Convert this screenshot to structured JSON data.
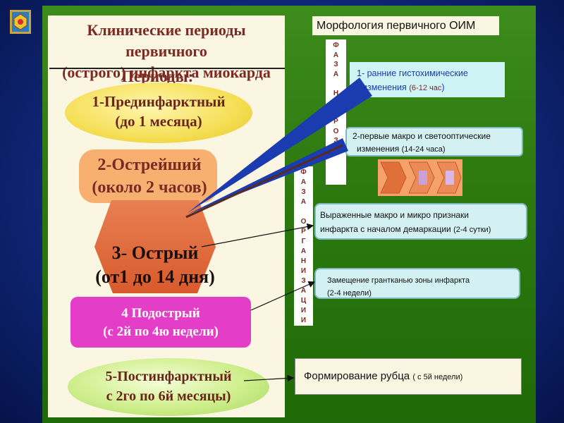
{
  "title": "Клинические периоды первичного\n(острого) инфаркта миокарда",
  "periods_header": "Периоды:",
  "periods": [
    "1-Прединфарктный\n(до 1 месяца)",
    "2-Острейший\n(около 2 часов)",
    "3- Острый\n(от1 до 14 дня)",
    "4 Подострый\n(с 2й по 4ю недели)",
    "5-Постинфарктный\nс 2го по 6й месяцы)"
  ],
  "morphology_title": "Морфология первичного ОИМ",
  "phase_necrosis": [
    "Ф",
    "А",
    "З",
    "А",
    "",
    "Н",
    "Е",
    "К",
    "Р",
    "О",
    "З",
    "А"
  ],
  "phase_organization": [
    "Ф",
    "А",
    "З",
    "А",
    "",
    "О",
    "Р",
    "Г",
    "А",
    "Н",
    "И",
    "З",
    "А",
    "Ц",
    "И",
    "И"
  ],
  "boxes": {
    "b1_line1": "1- ранние гистохимические",
    "b1_line2": "изменения",
    "b1_time": "(6-12 час",
    "b1_close": ")",
    "b2_line1": "2-первые макро и светооптические",
    "b2_line2": "изменения",
    "b2_time": "(14-24 часа)",
    "b3_line1": "Выраженные макро и микро признаки",
    "b3_line2": "инфаркта с началом демаркации",
    "b3_time": "(2-4 сутки)",
    "b4_line1": "Замещение грантканью зоны   инфаркта",
    "b4_line2": "(2-4 недели)",
    "b5_text": "Формирование рубца",
    "b5_time": "( с 5й недели)"
  },
  "colors": {
    "background": "#10287a",
    "green_panel": "#2e7a10",
    "left_panel": "#fbf6e2",
    "period1": "#f5df55",
    "period2": "#f8b070",
    "period3": "#e06a3c",
    "period4": "#e43ec8",
    "period5": "#cfee8c",
    "necrosis_pointer": "#1a3cb0",
    "accent_dark_red": "#7c2a24"
  },
  "icons": [
    "emblem-logo-icon",
    "chevron-arrow-icon"
  ]
}
